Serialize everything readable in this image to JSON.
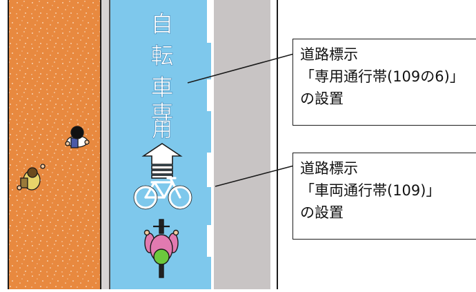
{
  "road_marking_text": [
    "自",
    "転",
    "車",
    "専",
    "用"
  ],
  "callout_1": {
    "title": "道路標示",
    "name": "「専用通行帯(109の6)」",
    "suffix": "の設置"
  },
  "callout_2": {
    "title": "道路標示",
    "name": "「車両通行帯(109)」",
    "suffix": "の設置"
  },
  "colors": {
    "sidewalk": "#e8893f",
    "bike_lane": "#7ec8ec",
    "road": "#c8c4c4",
    "marking": "#ffffff",
    "outline": "#1a1a1a"
  },
  "icons": [
    "arrow-up-icon",
    "bicycle-icon",
    "pedestrian-icon",
    "cyclist-icon"
  ]
}
